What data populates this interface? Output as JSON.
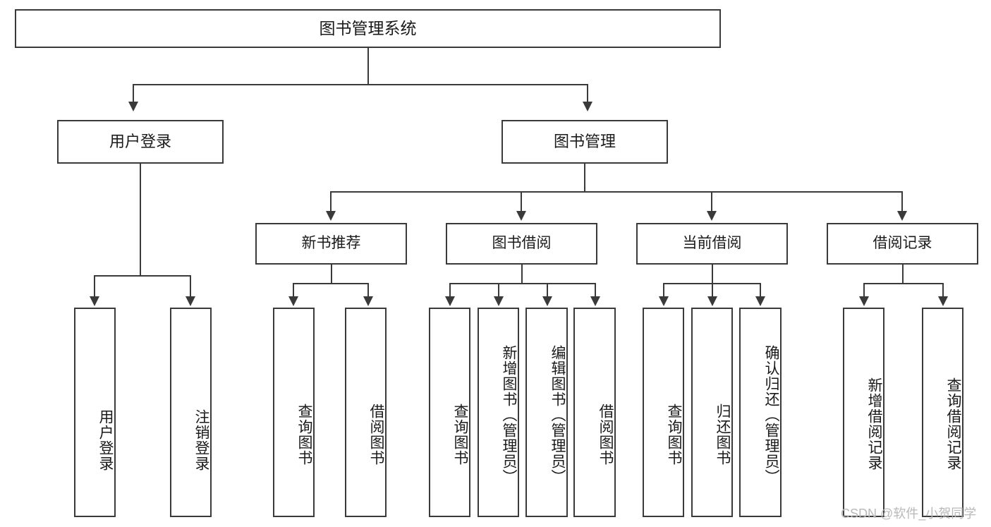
{
  "diagram": {
    "title": "图书管理系统",
    "type": "hierarchy-tree",
    "root": {
      "label": "图书管理系统"
    },
    "level2": [
      {
        "label": "用户登录"
      },
      {
        "label": "图书管理"
      }
    ],
    "level3": [
      {
        "label": "新书推荐"
      },
      {
        "label": "图书借阅"
      },
      {
        "label": "当前借阅"
      },
      {
        "label": "借阅记录"
      }
    ],
    "leaves": {
      "user_login": [
        {
          "label": "用户登录"
        },
        {
          "label": "注销登录"
        }
      ],
      "new_book_recommend": [
        {
          "label": "查询图书"
        },
        {
          "label": "借阅图书"
        }
      ],
      "book_borrow": [
        {
          "label": "查询图书"
        },
        {
          "label": "新增图书（管理员）"
        },
        {
          "label": "编辑图书（管理员）"
        },
        {
          "label": "借阅图书"
        }
      ],
      "current_borrow": [
        {
          "label": "查询图书"
        },
        {
          "label": "归还图书"
        },
        {
          "label": "确认归还（管理员）"
        }
      ],
      "borrow_record": [
        {
          "label": "新增借阅记录"
        },
        {
          "label": "查询借阅记录"
        }
      ]
    }
  },
  "watermark": {
    "text": "CSDN @软件_小贺同学"
  },
  "colors": {
    "stroke": "#3a3a3a",
    "background": "#ffffff",
    "text": "#1a1a1a",
    "watermark": "#b9b9b9"
  }
}
